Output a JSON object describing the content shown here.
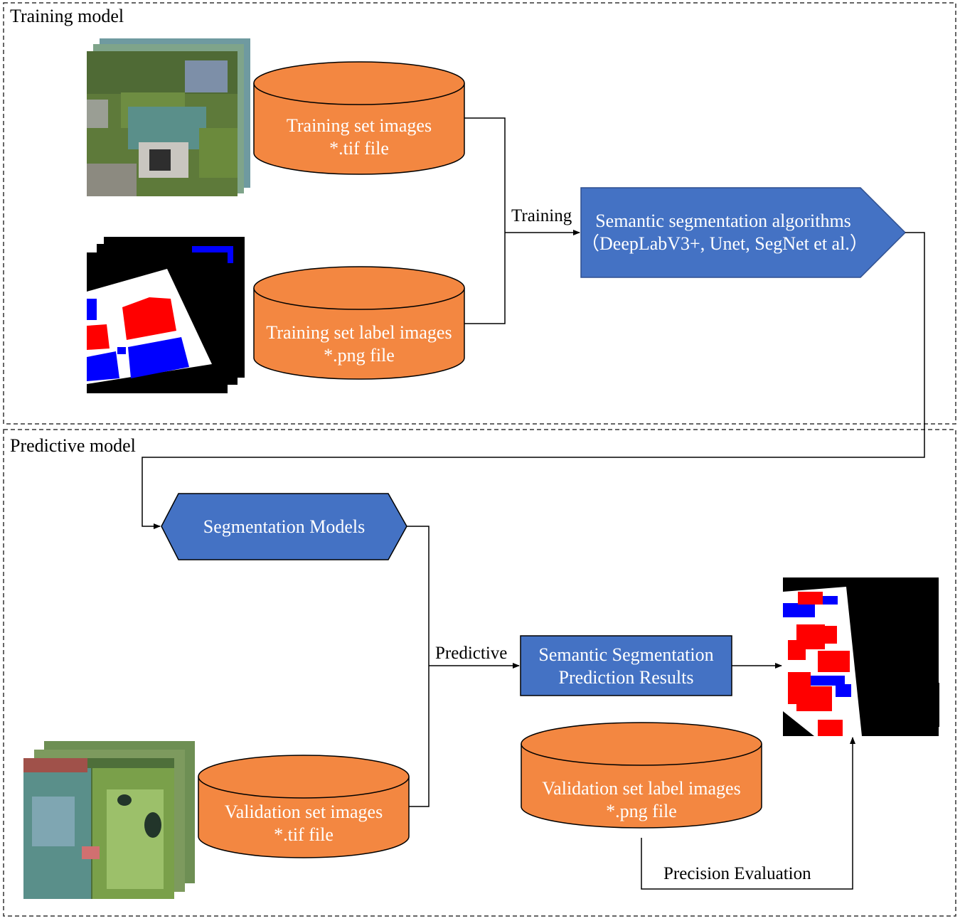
{
  "sections": {
    "training": {
      "label": "Training model"
    },
    "predictive": {
      "label": "Predictive model"
    }
  },
  "nodes": {
    "training_images": {
      "line1": "Training set images",
      "line2": "*.tif file"
    },
    "training_labels": {
      "line1": "Training set label images",
      "line2": "*.png file"
    },
    "algorithms": {
      "line1": "Semantic segmentation algorithms",
      "line2": "（DeepLabV3+, Unet, SegNet et al.）"
    },
    "models": {
      "line1": "Segmentation Models"
    },
    "prediction_results": {
      "line1": "Semantic Segmentation",
      "line2": "Prediction Results"
    },
    "validation_images": {
      "line1": "Validation set images",
      "line2": "*.tif file"
    },
    "validation_labels": {
      "line1": "Validation set label images",
      "line2": "*.png file"
    }
  },
  "edges": {
    "training": "Training",
    "predictive": "Predictive",
    "precision": "Precision Evaluation"
  },
  "colors": {
    "cylinder_fill": "#f38741",
    "box_fill": "#4472c4",
    "red_label": "#ff0000",
    "blue_label": "#0000ff",
    "aerial_green": "#5e7a3a",
    "aerial_teal": "#5a8f8a"
  }
}
